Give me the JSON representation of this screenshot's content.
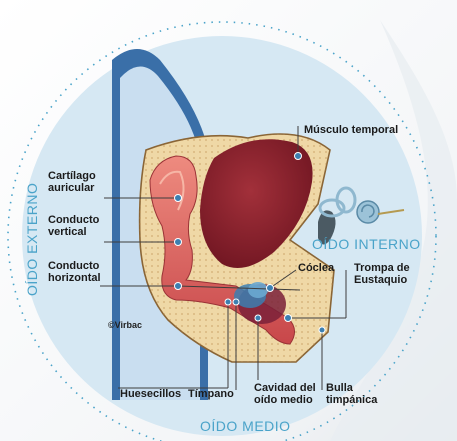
{
  "sections": {
    "outer": "OÍDO EXTERNO",
    "inner": "OÍDO INTERNO",
    "middle": "OÍDO MEDIO"
  },
  "labels": {
    "cartilage": [
      "Cartílago",
      "auricular"
    ],
    "vertical_canal": [
      "Conducto",
      "vertical"
    ],
    "horizontal_canal": [
      "Conducto",
      "horizontal"
    ],
    "temporal_muscle": "Músculo temporal",
    "cochlea": "Cóclea",
    "eustachian_tube": [
      "Trompa de",
      "Eustaquio"
    ],
    "ossicles": "Huesecillos",
    "eardrum": "Tímpano",
    "middle_ear_cavity": [
      "Cavidad del",
      "oído medio"
    ],
    "tympanic_bulla": [
      "Bulla",
      "timpánica"
    ]
  },
  "copyright": "©Virbac",
  "colors": {
    "circle": "#d6e8f3",
    "accent": "#4aa3c9",
    "bone": "#efd8a6",
    "muscle": "#8e1f2a",
    "canal": "#d9605c",
    "ear_silhouette": "#3a6fa8",
    "marker": "#3c7fb1"
  }
}
